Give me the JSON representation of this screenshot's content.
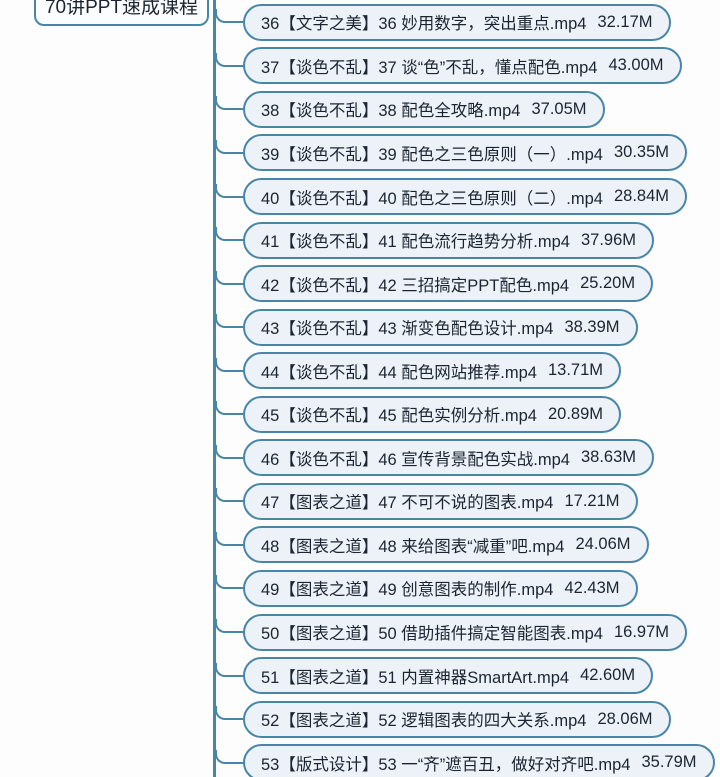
{
  "root": {
    "label": "70讲PPT速成课程"
  },
  "colors": {
    "line": "#4886a8",
    "node_border": "#4886a8",
    "node_fill": "#edf2f8",
    "root_fill": "#fbfdfe",
    "text": "#1b2430",
    "background": "#fdfdfe"
  },
  "nodes": [
    {
      "label": "36【文字之美】36 妙用数字，突出重点.mp4",
      "size": "32.17M"
    },
    {
      "label": "37【谈色不乱】37 谈“色”不乱，懂点配色.mp4",
      "size": "43.00M"
    },
    {
      "label": "38【谈色不乱】38 配色全攻略.mp4",
      "size": "37.05M"
    },
    {
      "label": "39【谈色不乱】39 配色之三色原则（一）.mp4",
      "size": "30.35M"
    },
    {
      "label": "40【谈色不乱】40 配色之三色原则（二）.mp4",
      "size": "28.84M"
    },
    {
      "label": "41【谈色不乱】41 配色流行趋势分析.mp4",
      "size": "37.96M"
    },
    {
      "label": "42【谈色不乱】42 三招搞定PPT配色.mp4",
      "size": "25.20M"
    },
    {
      "label": "43【谈色不乱】43 渐变色配色设计.mp4",
      "size": "38.39M"
    },
    {
      "label": "44【谈色不乱】44 配色网站推荐.mp4",
      "size": "13.71M"
    },
    {
      "label": "45【谈色不乱】45 配色实例分析.mp4",
      "size": "20.89M"
    },
    {
      "label": "46【谈色不乱】46 宣传背景配色实战.mp4",
      "size": "38.63M"
    },
    {
      "label": "47【图表之道】47 不可不说的图表.mp4",
      "size": "17.21M"
    },
    {
      "label": "48【图表之道】48 来给图表“减重”吧.mp4",
      "size": "24.06M"
    },
    {
      "label": "49【图表之道】49 创意图表的制作.mp4",
      "size": "42.43M"
    },
    {
      "label": "50【图表之道】50 借助插件搞定智能图表.mp4",
      "size": "16.97M"
    },
    {
      "label": "51【图表之道】51 内置神器SmartArt.mp4",
      "size": "42.60M"
    },
    {
      "label": "52【图表之道】52 逻辑图表的四大关系.mp4",
      "size": "28.06M"
    },
    {
      "label": "53【版式设计】53 一“齐”遮百丑，做好对齐吧.mp4",
      "size": "35.79M"
    }
  ]
}
